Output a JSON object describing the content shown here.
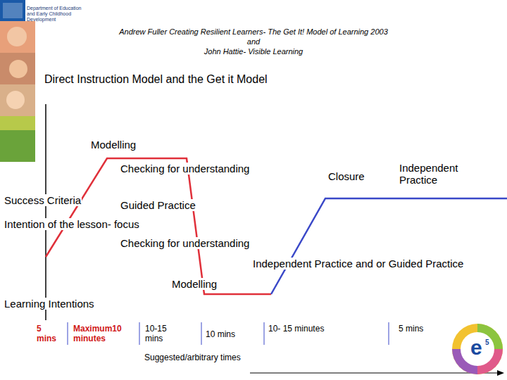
{
  "diagram": {
    "title": "Direct Instruction Model and the Get it Model",
    "labels": [
      "Department of Education and Early Childhood Development",
      "Andrew Fuller Creating Resilient Learners- The Get It! Model of Learning 2003",
      "and",
      "John Hattie- Visible Learning",
      "Modelling",
      "Checking for understanding",
      "Closure",
      "Independent Practice",
      "Success Criteria",
      "Guided Practice",
      "Intention of the lesson- focus",
      "Checking for understanding",
      "Independent Practice and or Guided Practice",
      "Modelling",
      "Learning Intentions",
      "5 mins",
      "Maximum10 minutes",
      "10-15 mins",
      "10 mins",
      "10- 15 minutes",
      "5 mins",
      "Suggested/arbitrary times",
      "e",
      "5"
    ]
  }
}
